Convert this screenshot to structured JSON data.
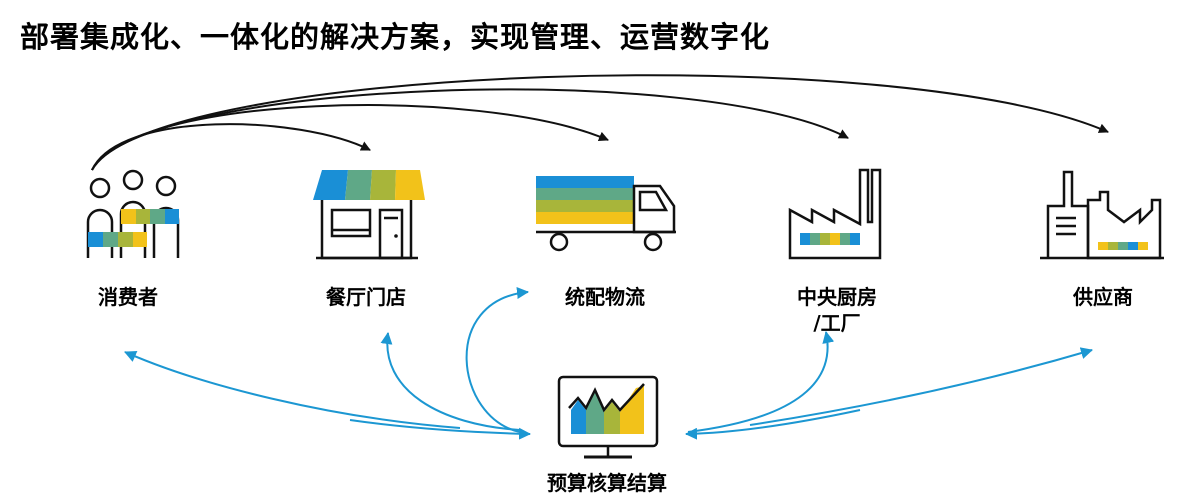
{
  "title": "部署集成化、一体化的解决方案，实现管理、运营数字化",
  "nodes": {
    "consumer": "消费者",
    "store": "餐厅门店",
    "logistics": "统配物流",
    "kitchen_line1": "中央厨房",
    "kitchen_line2": "/工厂",
    "supplier": "供应商",
    "budget": "预算核算结算"
  },
  "colors": {
    "blue": "#1a8fd6",
    "green": "#5fa887",
    "olive": "#a8b53a",
    "yellow": "#f2c21a",
    "arrow_black": "#111111",
    "arrow_blue": "#1c97d2"
  },
  "icons": [
    "people-icon",
    "storefront-icon",
    "truck-icon",
    "factory-icon",
    "supplier-factory-icon",
    "monitor-chart-icon"
  ]
}
